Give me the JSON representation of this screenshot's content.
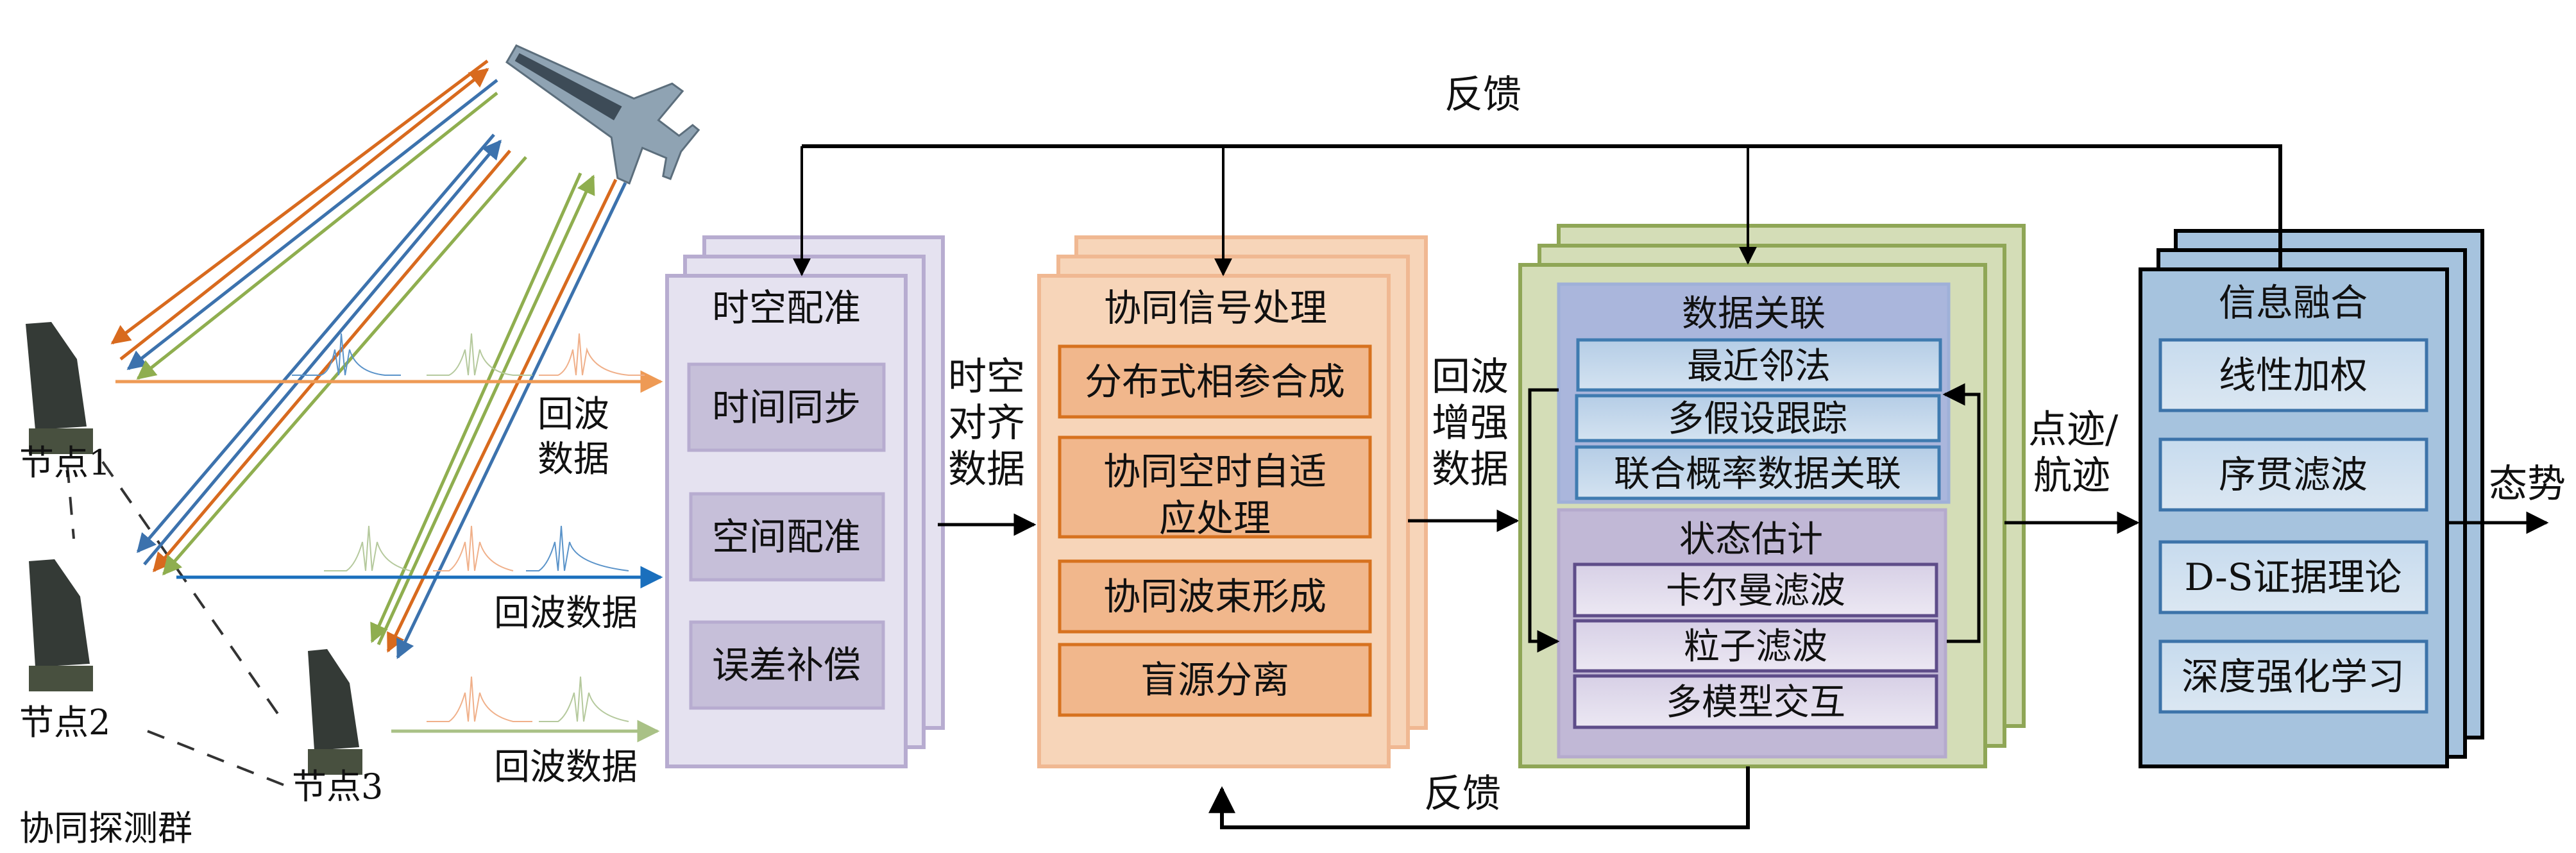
{
  "colors": {
    "purple_fill": "#e5e2f0",
    "purple_border": "#b7acd0",
    "purple_inner": "#c6bfd9",
    "orange_fill": "#f7d5b9",
    "orange_border": "#f0b892",
    "orange_inner": "#f1b78c",
    "orange_inner_border": "#d7721f",
    "green_fill": "#d4ddb7",
    "green_border": "#8fa656",
    "assoc_fill": "#aab6dc",
    "assoc_item": "#bcd4ea",
    "assoc_item_border": "#3f7bb0",
    "state_fill": "#c1b8d6",
    "state_item": "#e1dbec",
    "state_item_border": "#5e4d89",
    "blue_fill": "#a6c3de",
    "blue_inner": "#d0e0ee",
    "blue_inner_border": "#3c73a9",
    "ray_orange": "#d86a1e",
    "ray_blue": "#3c72ad",
    "ray_green": "#8fae4f",
    "echo_orange": "#ee9a55",
    "echo_blue": "#1a6fbd",
    "echo_green": "#a9c186"
  },
  "left": {
    "nodes": [
      {
        "label": "节点1"
      },
      {
        "label": "节点2"
      },
      {
        "label": "节点3"
      }
    ],
    "group_label": "协同探测群",
    "echo_labels": [
      "回波\n数据",
      "回波数据",
      "回波数据"
    ],
    "echo_label_1a": "回波",
    "echo_label_1b": "数据",
    "echo_label_2": "回波数据",
    "echo_label_3": "回波数据",
    "target": "aircraft"
  },
  "blocks": {
    "registration": {
      "title": "时空配准",
      "items": [
        "时间同步",
        "空间配准",
        "误差补偿"
      ]
    },
    "signal": {
      "title": "协同信号处理",
      "items": [
        "分布式相参合成",
        "协同空时自适",
        "应处理",
        "协同波束形成",
        "盲源分离"
      ]
    },
    "tracking": {
      "assoc_title": "数据关联",
      "assoc_items": [
        "最近邻法",
        "多假设跟踪",
        "联合概率数据关联"
      ],
      "state_title": "状态估计",
      "state_items": [
        "卡尔曼滤波",
        "粒子滤波",
        "多模型交互"
      ]
    },
    "fusion": {
      "title": "信息融合",
      "items": [
        "线性加权",
        "序贯滤波",
        "D-S证据理论",
        "深度强化学习"
      ]
    }
  },
  "arrows": {
    "aligned_a": "时空",
    "aligned_b": "对齐",
    "aligned_c": "数据",
    "enhanced_a": "回波",
    "enhanced_b": "增强",
    "enhanced_c": "数据",
    "track_a": "点迹/",
    "track_b": "航迹",
    "output": "态势",
    "feedback_top": "反馈",
    "feedback_bottom": "反馈"
  }
}
